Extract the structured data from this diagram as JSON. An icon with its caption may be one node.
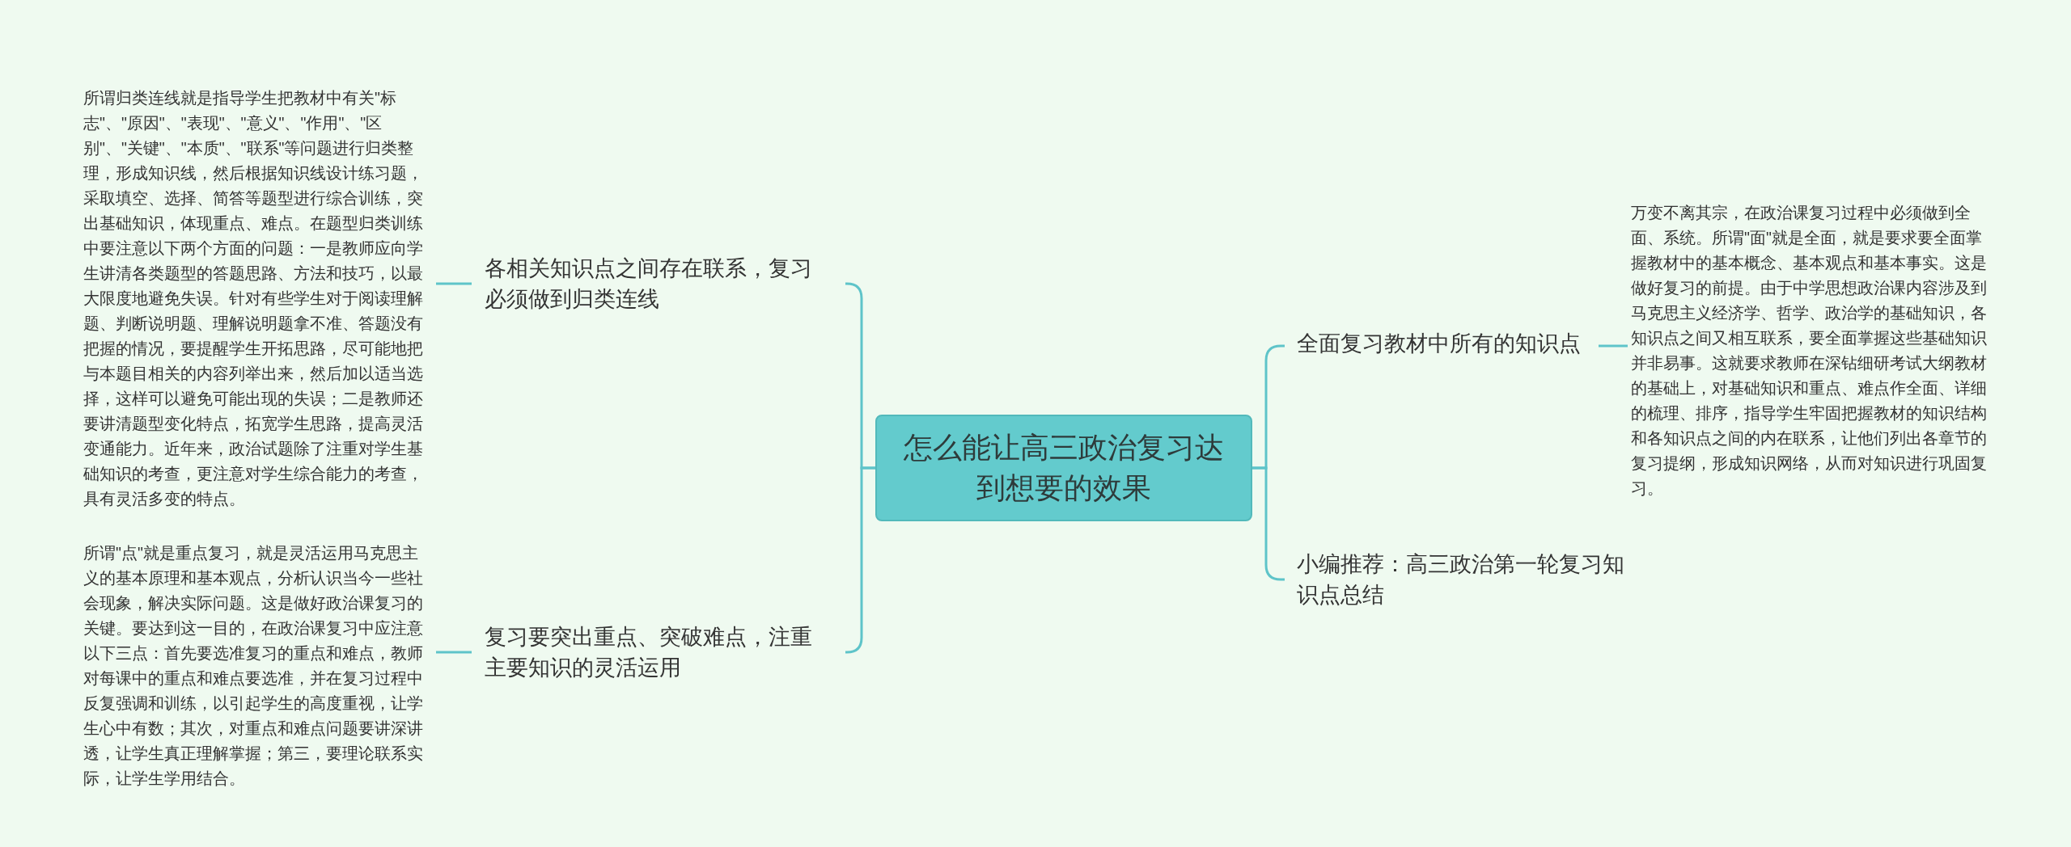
{
  "diagram": {
    "nodes": [
      {
        "text": [
          "怎么能让高三政治复习达到想要的效果"
        ]
      },
      {
        "text": [
          "各相关知识点之间存在联系，复习必须做到归类连线"
        ]
      },
      {
        "text": [
          "所谓归类连线就是指导学生把教材中有关\"标志\"、\"原因\"、\"表现\"、\"意义\"、\"作用\"、\"区别\"、\"关键\"、\"本质\"、\"联系\"等问题进行归类整理，形成知识线，然后根据知识线设计练习题，采取填空、选择、简答等题型进行综合训练，突出基础知识，体现重点、难点。在题型归类训练中要注意以下两个方面的问题：一是教师应向学生讲清各类题型的答题思路、方法和技巧，以最大限度地避免失误。针对有些学生对于阅读理解题、判断说明题、理解说明题拿不准、答题没有把握的情况，要提醒学生开拓思路，尽可能地把与本题目相关的内容列举出来，然后加以适当选择，这样可以避免可能出现的失误；二是教师还要讲清题型变化特点，拓宽学生思路，提高灵活变通能力。近年来，政治试题除了注重对学生基础知识的考查，更注意对学生综合能力的考查，具有灵活多变的特点。"
        ]
      },
      {
        "text": [
          "复习要突出重点、突破难点，注重主要知识的灵活运用"
        ]
      },
      {
        "text": [
          "所谓\"点\"就是重点复习，就是灵活运用马克思主义的基本原理和基本观点，分析认识当今一些社会现象，解决实际问题。这是做好政治课复习的关键。要达到这一目的，在政治课复习中应注意以下三点：首先要选准复习的重点和难点，教师对每课中的重点和难点要选准，并在复习过程中反复强调和训练，以引起学生的高度重视，让学生心中有数；其次，对重点和难点问题要讲深讲透，让学生真正理解掌握；第三，要理论联系实际，让学生学用结合。"
        ]
      },
      {
        "text": [
          "全面复习教材中所有的知识点"
        ]
      },
      {
        "text": [
          "万变不离其宗，在政治课复习过程中必须做到全面、系统。所谓\"面\"就是全面，就是要求要全面掌握教材中的基本概念、基本观点和基本事实。这是做好复习的前提。由于中学思想政治课内容涉及到马克思主义经济学、哲学、政治学的基础知识，各知识点之间又相互联系，要全面掌握这些基础知识并非易事。这就要求教师在深钻细研考试大纲教材的基础上，对基础知识和重点、难点作全面、详细的梳理、排序，指导学生牢固把握教材的知识结构和各知识点之间的内在联系，让他们列出各章节的复习提纲，形成知识网络，从而对知识进行巩固复习。"
        ]
      },
      {
        "text": [
          "小编推荐：高三政治第一轮复习知识点总结"
        ]
      }
    ],
    "edges": [
      {
        "from": 0,
        "to": 1,
        "arrow": "none"
      },
      {
        "from": 1,
        "to": 2,
        "arrow": "none"
      },
      {
        "from": 0,
        "to": 3,
        "arrow": "none"
      },
      {
        "from": 3,
        "to": 4,
        "arrow": "none"
      },
      {
        "from": 0,
        "to": 5,
        "arrow": "none"
      },
      {
        "from": 5,
        "to": 6,
        "arrow": "none"
      },
      {
        "from": 0,
        "to": 7,
        "arrow": "none"
      }
    ]
  }
}
